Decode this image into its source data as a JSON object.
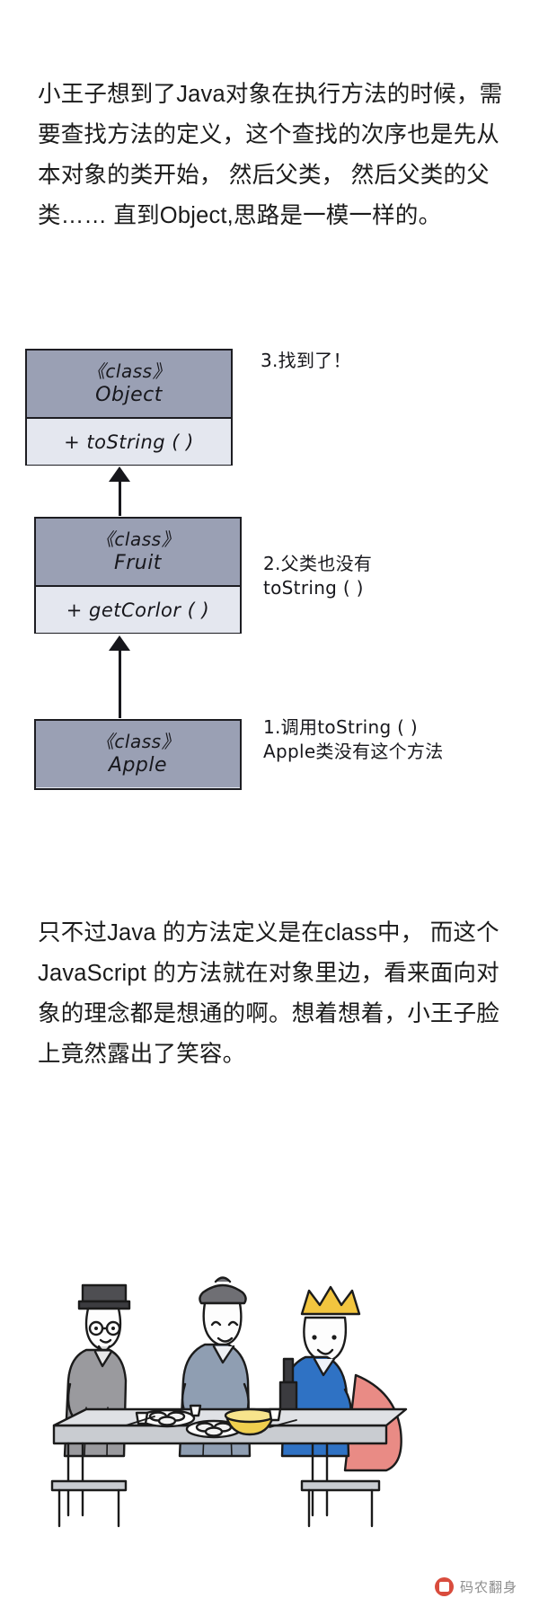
{
  "article": {
    "paragraph_top": "小王子想到了Java对象在执行方法的时候，需要查找方法的定义，这个查找的次序也是先从本对象的类开始， 然后父类， 然后父类的父类…… 直到Object,思路是一模一样的。",
    "paragraph_bottom": "只不过Java 的方法定义是在class中， 而这个JavaScript 的方法就在对象里边，看来面向对象的理念都是想通的啊。想着想着，小王子脸上竟然露出了笑容。"
  },
  "diagram": {
    "type": "uml-class-inheritance",
    "classes": [
      {
        "id": "object",
        "stereotype": "《class》",
        "name": "Object",
        "methods": [
          "+ toString ( )"
        ],
        "header_color": "#9aa0b4",
        "body_color": "#e4e7ef"
      },
      {
        "id": "fruit",
        "stereotype": "《class》",
        "name": "Fruit",
        "methods": [
          "+ getCorlor ( )"
        ],
        "header_color": "#9aa0b4",
        "body_color": "#e4e7ef"
      },
      {
        "id": "apple",
        "stereotype": "《class》",
        "name": "Apple",
        "methods": [],
        "header_color": "#9aa0b4",
        "body_color": "#e4e7ef"
      }
    ],
    "relations": [
      {
        "from": "fruit",
        "to": "object",
        "kind": "inheritance"
      },
      {
        "from": "apple",
        "to": "fruit",
        "kind": "inheritance"
      }
    ],
    "annotations": [
      {
        "id": "step3",
        "text": "3.找到了！"
      },
      {
        "id": "step2",
        "text": "2.父类也没有\ntoString ( )"
      },
      {
        "id": "step1",
        "text": "1.调用toString ( )\nApple类没有这个方法"
      }
    ]
  },
  "illustration": {
    "caption": "三个人物围坐在桌边吃饭的插画",
    "figures": [
      {
        "name": "老学究",
        "robe_color": "#8e8e8e",
        "hat_color": "#4a4a4a"
      },
      {
        "name": "书生",
        "robe_color": "#8e9cb0",
        "hat_color": "#6b6b6b"
      },
      {
        "name": "小王子",
        "robe_color": "#2f72c4",
        "hat_color": "#f0c23c",
        "cape_color": "#e8857f"
      }
    ],
    "table_color": "#c9ccd1",
    "pot_color": "#f0cf4e"
  },
  "footer": {
    "brand": "码农翻身",
    "badge_color": "#d94c3d"
  }
}
